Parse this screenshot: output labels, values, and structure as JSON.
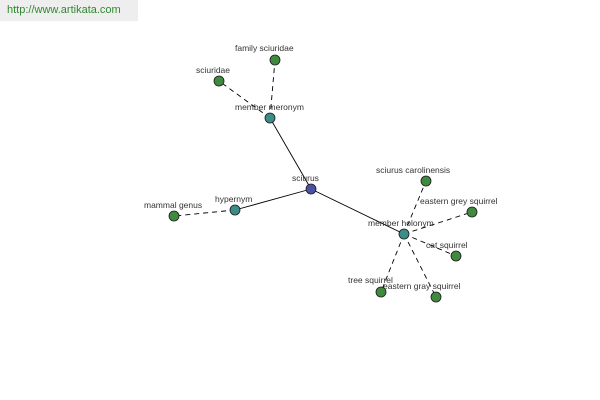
{
  "banner": {
    "url": "http://www.artikata.com"
  },
  "colors": {
    "root": "#4b52a6",
    "relation": "#3c8c88",
    "term": "#3f8a3f",
    "edge": "#000000",
    "banner_text": "#2f8a2f"
  },
  "graph": {
    "nodes": [
      {
        "id": "sciurus",
        "label": "sciurus",
        "kind": "root"
      },
      {
        "id": "member-meronym",
        "label": "member meronym",
        "kind": "relation"
      },
      {
        "id": "hypernym",
        "label": "hypernym",
        "kind": "relation"
      },
      {
        "id": "member-holonym",
        "label": "member holonym",
        "kind": "relation"
      },
      {
        "id": "family-sciuridae",
        "label": "family sciuridae",
        "kind": "term"
      },
      {
        "id": "sciuridae",
        "label": "sciuridae",
        "kind": "term"
      },
      {
        "id": "mammal-genus",
        "label": "mammal genus",
        "kind": "term"
      },
      {
        "id": "sciurus-carolinensis",
        "label": "sciurus carolinensis",
        "kind": "term"
      },
      {
        "id": "eastern-grey-squirrel",
        "label": "eastern grey squirrel",
        "kind": "term"
      },
      {
        "id": "cat-squirrel",
        "label": "cat squirrel",
        "kind": "term"
      },
      {
        "id": "tree-squirrel",
        "label": "tree squirrel",
        "kind": "term"
      },
      {
        "id": "eastern-gray-squirrel",
        "label": "eastern gray squirrel",
        "kind": "term"
      }
    ],
    "edges": [
      {
        "from": "sciurus",
        "to": "member-meronym",
        "style": "solid"
      },
      {
        "from": "sciurus",
        "to": "hypernym",
        "style": "solid"
      },
      {
        "from": "sciurus",
        "to": "member-holonym",
        "style": "solid"
      },
      {
        "from": "member-meronym",
        "to": "family-sciuridae",
        "style": "dashed"
      },
      {
        "from": "member-meronym",
        "to": "sciuridae",
        "style": "dashed"
      },
      {
        "from": "hypernym",
        "to": "mammal-genus",
        "style": "dashed"
      },
      {
        "from": "member-holonym",
        "to": "sciurus-carolinensis",
        "style": "dashed"
      },
      {
        "from": "member-holonym",
        "to": "eastern-grey-squirrel",
        "style": "dashed"
      },
      {
        "from": "member-holonym",
        "to": "cat-squirrel",
        "style": "dashed"
      },
      {
        "from": "member-holonym",
        "to": "tree-squirrel",
        "style": "dashed"
      },
      {
        "from": "member-holonym",
        "to": "eastern-gray-squirrel",
        "style": "dashed"
      }
    ]
  }
}
